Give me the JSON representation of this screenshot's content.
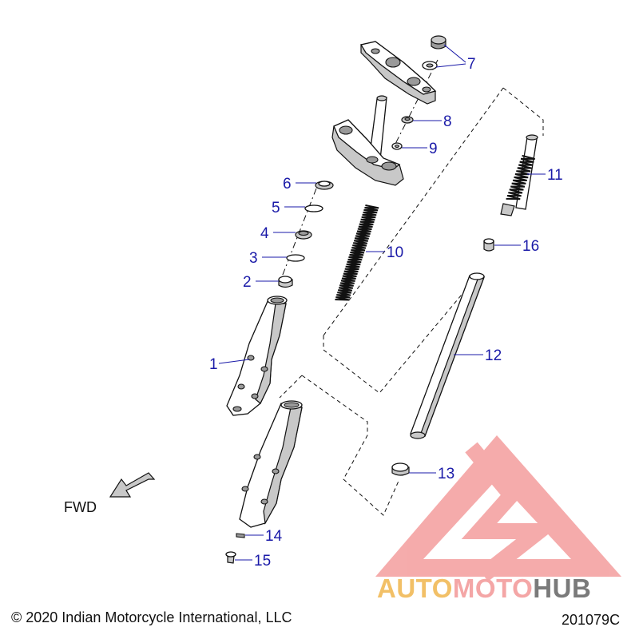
{
  "labels": {
    "fwd": "FWD",
    "copyright": "© 2020 Indian Motorcycle International, LLC",
    "diagram_id": "201079C"
  },
  "callouts": [
    "1",
    "2",
    "3",
    "4",
    "5",
    "6",
    "7",
    "8",
    "9",
    "10",
    "11",
    "12",
    "13",
    "14",
    "15",
    "16"
  ],
  "watermark": {
    "part1": "AUTO",
    "part2": "MOTO",
    "part3": "HUB",
    "colors": {
      "auto": "#f2c067",
      "moto": "#f4a6a6",
      "hub": "#7a7a7a",
      "logo": "#f29090"
    }
  },
  "colors": {
    "callout": "#1a1aa8",
    "line": "#111111"
  }
}
